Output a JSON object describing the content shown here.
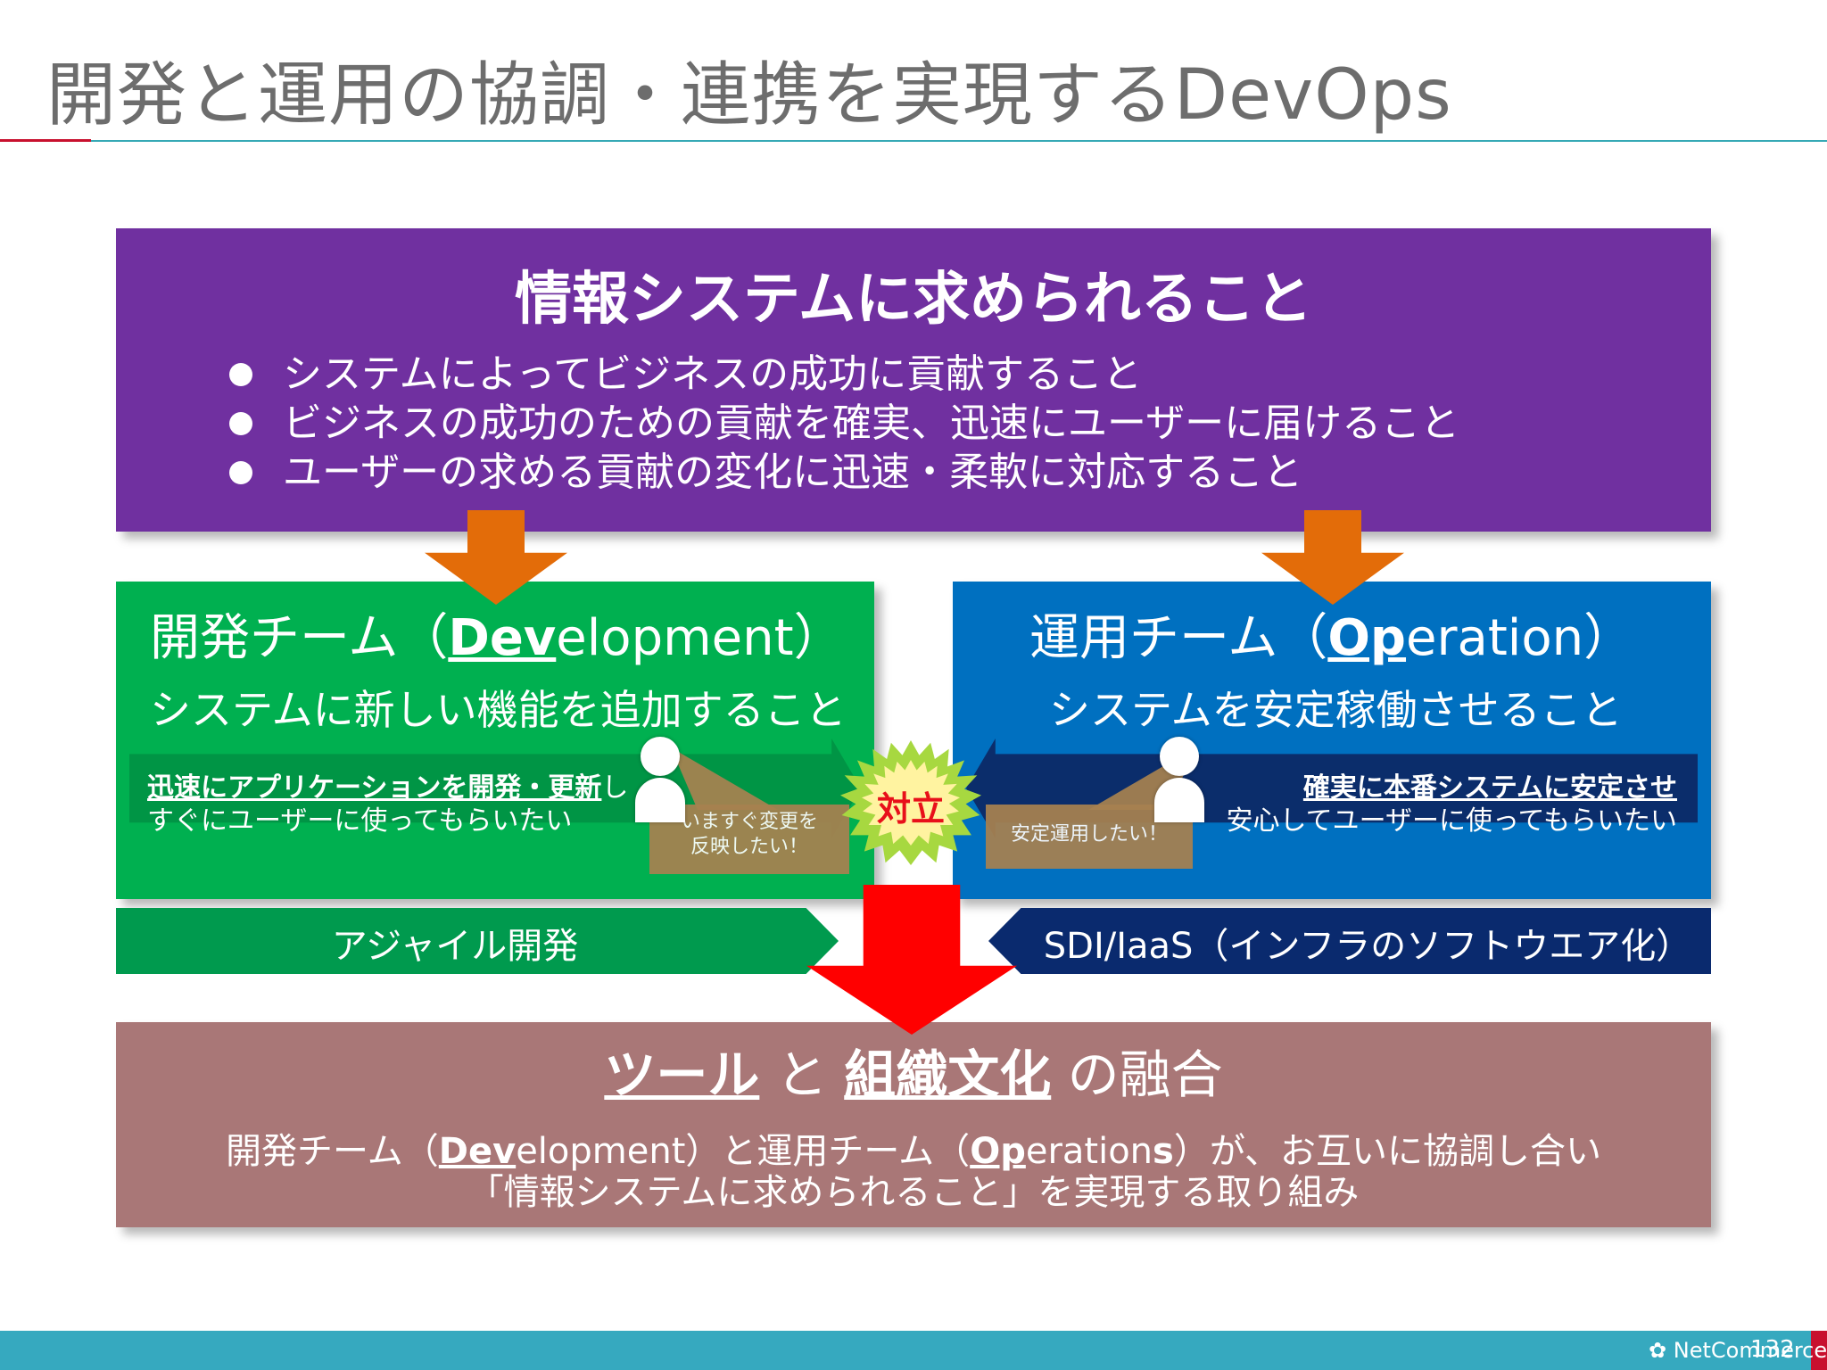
{
  "title": "開発と運用の協調・連携を実現するDevOps",
  "requirements": {
    "heading": "情報システムに求められること",
    "bullets": [
      "システムによってビジネスの成功に貢献すること",
      "ビジネスの成功のための貢献を確実、迅速にユーザーに届けること",
      "ユーザーの求める貢献の変化に迅速・柔軟に対応すること"
    ]
  },
  "dev": {
    "title_pre": "開発チーム（",
    "title_bold": "Dev",
    "title_rest": "elopment）",
    "subtitle": "システムに新しい機能を追加すること",
    "desc_bold": "迅速にアプリケーションを開発・更新",
    "desc_tail": "し",
    "desc_line2": "すぐにユーザーに使ってもらいたい",
    "bubble": "いますぐ変更を\n反映したい！",
    "bubble_line1": "いますぐ変更を",
    "bubble_line2": "反映したい！",
    "bar_label": "アジャイル開発"
  },
  "ops": {
    "title_pre": "運用チーム（",
    "title_bold": "Op",
    "title_rest": "eration）",
    "subtitle": "システムを安定稼働させること",
    "desc_bold": "確実に本番システムに安定させ",
    "desc_line2": "安心してユーザーに使ってもらいたい",
    "bubble": "安定運用したい！",
    "bar_label": "SDI/IaaS（インフラのソフトウエア化）"
  },
  "conflict_label": "対立",
  "fusion": {
    "tool": "ツール",
    "and": "と",
    "culture": "組織文化",
    "suffix": "の融合",
    "line1_a": "開発チーム（",
    "line1_dev": "Dev",
    "line1_b": "elopment）と運用チーム（",
    "line1_op": "Op",
    "line1_c": "eration",
    "line1_s": "s",
    "line1_d": "）が、お互いに協調し合い",
    "line2": "「情報システムに求められること」を実現する取り組み"
  },
  "footer": {
    "logo_text": "NetCommerce",
    "page_number": "132"
  },
  "colors": {
    "purple": "#7030a0",
    "green": "#00b050",
    "blue": "#0070c0",
    "orange_arrow": "#e36c09",
    "red_arrow": "#ff0000",
    "rose": "#a97777",
    "footer": "#36a9bf"
  }
}
